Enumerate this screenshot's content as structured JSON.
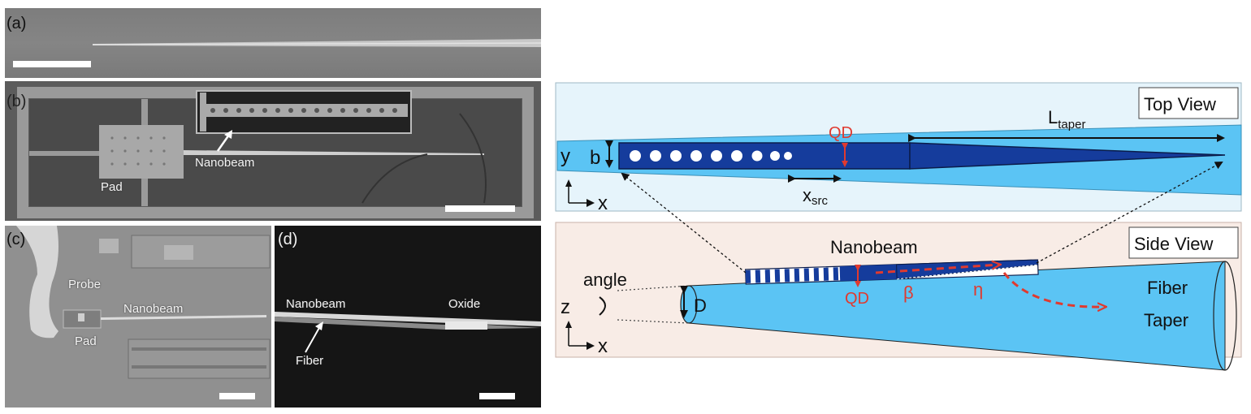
{
  "panel_a": {
    "label": "(a)"
  },
  "panel_b": {
    "label": "(b)",
    "nanobeam": "Nanobeam",
    "pad": "Pad"
  },
  "panel_c": {
    "label": "(c)",
    "probe": "Probe",
    "nanobeam": "Nanobeam",
    "pad": "Pad"
  },
  "panel_d": {
    "label": "(d)",
    "nanobeam": "Nanobeam",
    "oxide": "Oxide",
    "fiber": "Fiber"
  },
  "top_view": {
    "title": "Top View",
    "qd": "QD",
    "taper_length": "L",
    "taper_length_sub": "taper",
    "y_axis": "y",
    "b": "b",
    "x_src": "x",
    "x_src_sub": "src",
    "x_axis": "x"
  },
  "side_view": {
    "title": "Side View",
    "nanobeam": "Nanobeam",
    "angle": "angle",
    "z_axis": "z",
    "d": "D",
    "qd": "QD",
    "beta": "β",
    "eta": "η",
    "fiber_line1": "Fiber",
    "fiber_line2": "Taper",
    "x_axis": "x"
  },
  "colors": {
    "top_bg": "#e6f4fb",
    "side_bg": "#f8ece6",
    "fiber": "#5bc4f4",
    "nanobeam": "#153c9c",
    "accent_red": "#e03a2f"
  }
}
